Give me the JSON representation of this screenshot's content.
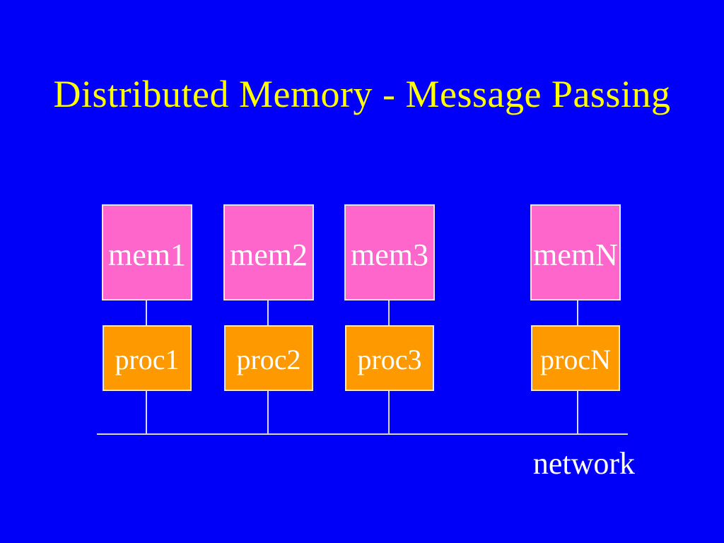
{
  "slide": {
    "title": "Distributed Memory - Message Passing",
    "network_label": "network"
  },
  "colors": {
    "background": "#0000fa",
    "title_text": "#ffff00",
    "memory_fill": "#ff66cc",
    "processor_fill": "#ff9900",
    "box_text": "#ffffff",
    "box_border": "#e8e8e8",
    "connector_line": "#d9d9d9"
  },
  "diagram": {
    "columns": [
      {
        "mem": "mem1",
        "proc": "proc1"
      },
      {
        "mem": "mem2",
        "proc": "proc2"
      },
      {
        "mem": "mem3",
        "proc": "proc3"
      },
      {
        "mem": "memN",
        "proc": "procN"
      }
    ]
  }
}
